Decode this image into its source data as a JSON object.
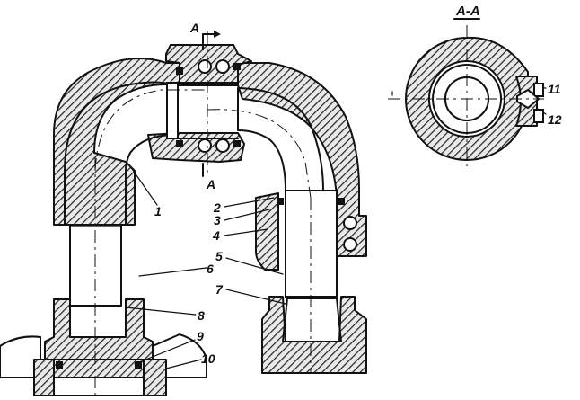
{
  "section_title": "A-A",
  "section_marks": [
    "A",
    "A"
  ],
  "callouts": [
    "1",
    "2",
    "3",
    "4",
    "5",
    "6",
    "7",
    "8",
    "9",
    "10",
    "11",
    "12"
  ],
  "colors": {
    "ink": "#111111",
    "paper": "#ffffff"
  }
}
